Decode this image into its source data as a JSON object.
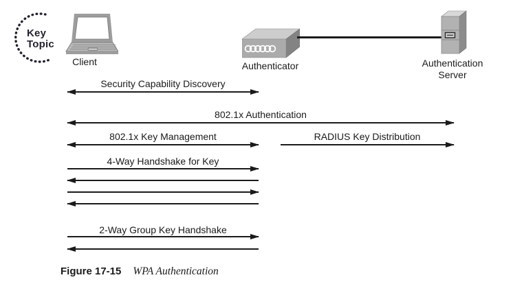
{
  "badge": {
    "line1": "Key",
    "line2": "Topic"
  },
  "nodes": {
    "client": {
      "label": "Client",
      "icon": "laptop-icon"
    },
    "authenticator": {
      "label": "Authenticator",
      "icon": "access-point-icon"
    },
    "auth_server": {
      "label_line1": "Authentication",
      "label_line2": "Server",
      "icon": "server-icon"
    }
  },
  "messages": {
    "security_capability_discovery": {
      "label": "Security Capability Discovery",
      "between": "Client and Authenticator",
      "direction": "both"
    },
    "dot1x_authentication": {
      "label": "802.1x Authentication",
      "between": "Client and Authentication Server",
      "direction": "both"
    },
    "dot1x_key_management": {
      "label": "802.1x Key Management",
      "between": "Client and Authenticator",
      "direction": "both"
    },
    "radius_key_distribution": {
      "label": "RADIUS Key Distribution",
      "between": "Authenticator and Authentication Server",
      "direction": "right"
    },
    "four_way_handshake": {
      "label": "4-Way Handshake for Key",
      "between": "Client and Authenticator",
      "arrows": [
        "right",
        "left",
        "right",
        "left"
      ]
    },
    "two_way_group_key_handshake": {
      "label": "2-Way Group Key Handshake",
      "between": "Client and Authenticator",
      "arrows": [
        "right",
        "left"
      ]
    }
  },
  "caption": {
    "figure_label": "Figure 17-15",
    "figure_title": "WPA Authentication"
  },
  "colors": {
    "line": "#1a1a1a",
    "device_front": "#aeaeae",
    "device_side": "#8a8a8a",
    "device_top": "#d2d2d2",
    "badge_text": "#23232e"
  }
}
